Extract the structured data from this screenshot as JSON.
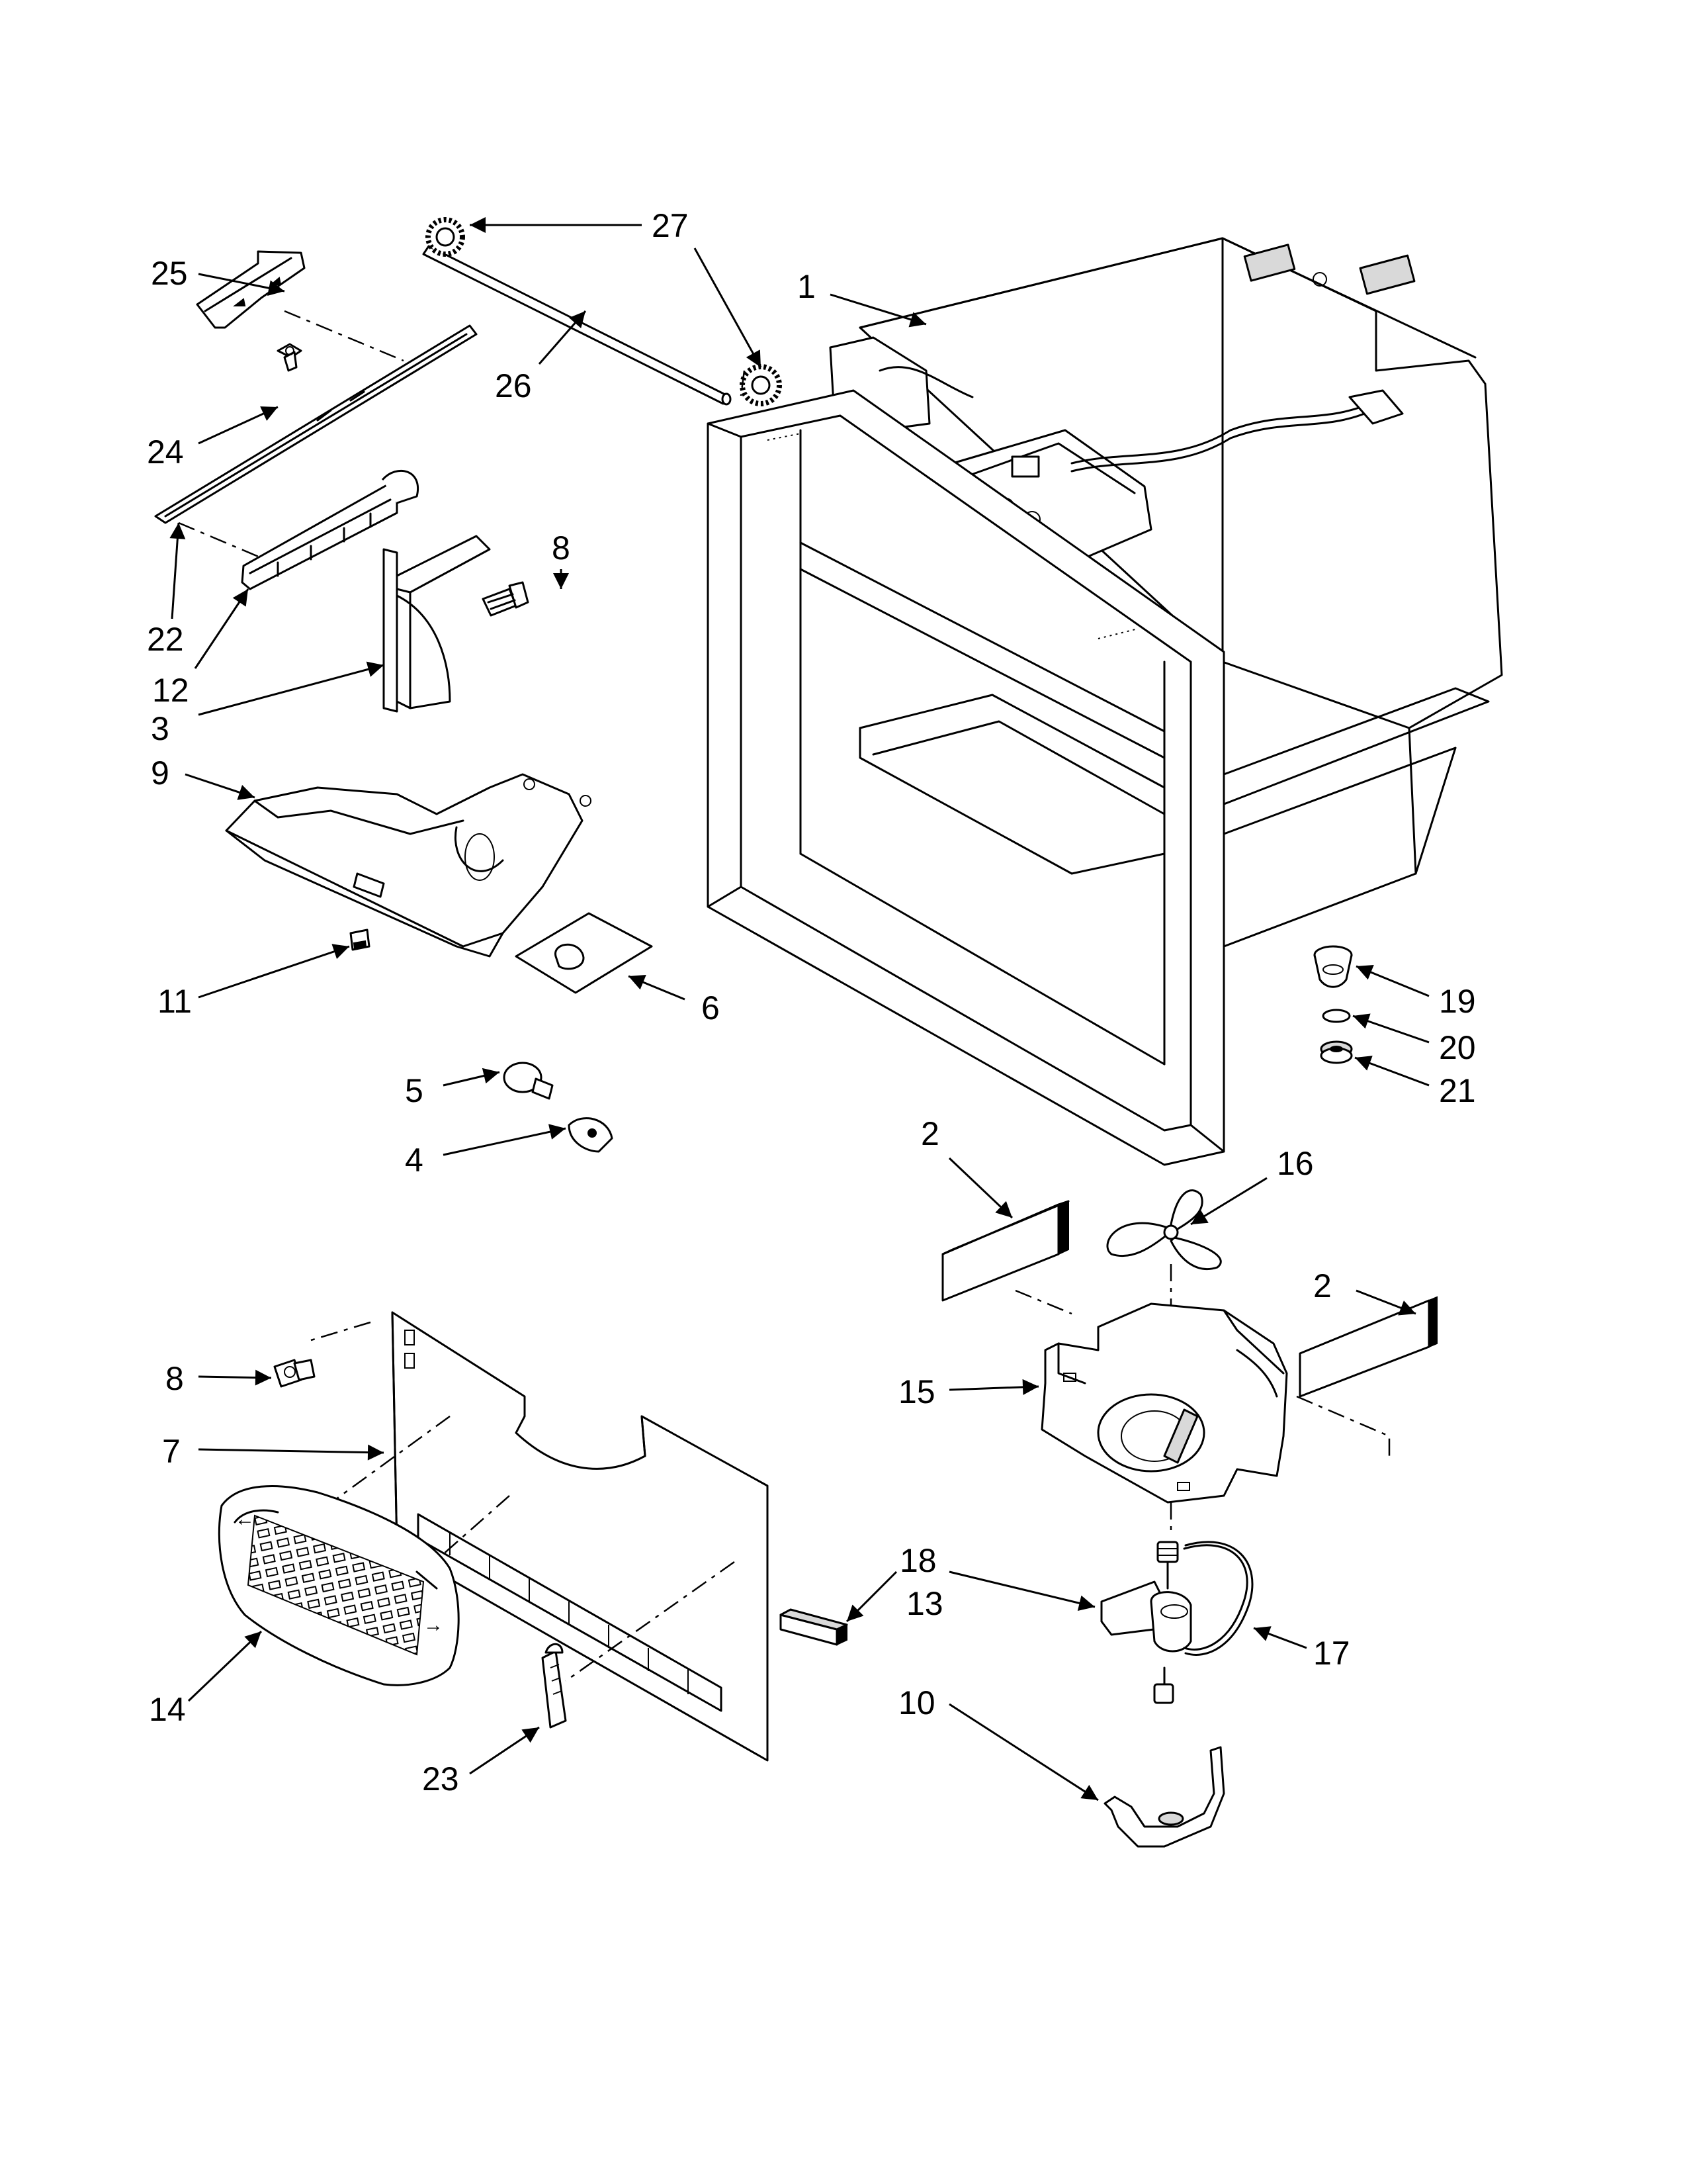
{
  "callouts": [
    {
      "id": "27a",
      "text": "27"
    },
    {
      "id": "25",
      "text": "25"
    },
    {
      "id": "1",
      "text": "1"
    },
    {
      "id": "26",
      "text": "26"
    },
    {
      "id": "24",
      "text": "24"
    },
    {
      "id": "8a",
      "text": "8"
    },
    {
      "id": "22",
      "text": "22"
    },
    {
      "id": "12",
      "text": "12"
    },
    {
      "id": "3",
      "text": "3"
    },
    {
      "id": "9",
      "text": "9"
    },
    {
      "id": "11",
      "text": "11"
    },
    {
      "id": "6",
      "text": "6"
    },
    {
      "id": "19",
      "text": "19"
    },
    {
      "id": "20",
      "text": "20"
    },
    {
      "id": "21",
      "text": "21"
    },
    {
      "id": "5",
      "text": "5"
    },
    {
      "id": "4",
      "text": "4"
    },
    {
      "id": "2a",
      "text": "2"
    },
    {
      "id": "16",
      "text": "16"
    },
    {
      "id": "2b",
      "text": "2"
    },
    {
      "id": "15",
      "text": "15"
    },
    {
      "id": "8b",
      "text": "8"
    },
    {
      "id": "7",
      "text": "7"
    },
    {
      "id": "18",
      "text": "18"
    },
    {
      "id": "13",
      "text": "13"
    },
    {
      "id": "17",
      "text": "17"
    },
    {
      "id": "14",
      "text": "14"
    },
    {
      "id": "10",
      "text": "10"
    },
    {
      "id": "23",
      "text": "23"
    }
  ]
}
